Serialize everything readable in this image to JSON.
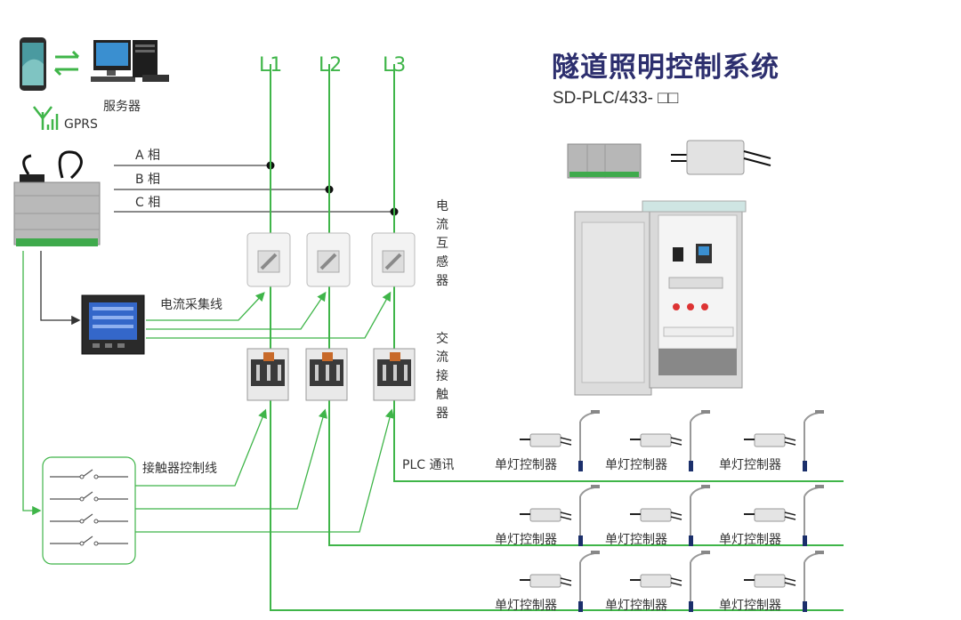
{
  "title": "隧道照明控制系统",
  "model": "SD-PLC/433- □□",
  "server_label": "服务器",
  "gprs_label": "GPRS",
  "phases": [
    "L1",
    "L2",
    "L3"
  ],
  "phase_rows": [
    "A 相",
    "B 相",
    "C 相"
  ],
  "current_transformer_label": [
    "电",
    "流",
    "互",
    "感",
    "器"
  ],
  "contactor_label": [
    "交",
    "流",
    "接",
    "触",
    "器"
  ],
  "current_collection_line": "电流采集线",
  "contactor_control_line": "接触器控制线",
  "plc_comm": "PLC 通讯",
  "lamp_controller_label": "单灯控制器",
  "colors": {
    "green": "#3fb549",
    "dark": "#333333",
    "title": "#2d2f6e"
  }
}
